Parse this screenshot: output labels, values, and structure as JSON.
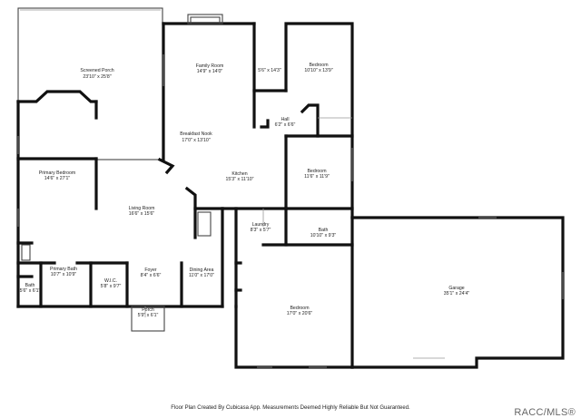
{
  "rooms": [
    {
      "id": "screened-porch",
      "name": "Screened Porch",
      "dims": "23'10\" x 25'8\""
    },
    {
      "id": "family-room",
      "name": "Family Room",
      "dims": "14'9\" x 14'0\""
    },
    {
      "id": "closet",
      "name": "",
      "dims": "5'6\" x 14'3\""
    },
    {
      "id": "bedroom-top",
      "name": "Bedroom",
      "dims": "10'10\" x 13'9\""
    },
    {
      "id": "hall",
      "name": "Hall",
      "dims": "6'2\" x 6'6\""
    },
    {
      "id": "breakfast-nook",
      "name": "Breakfast Nook",
      "dims": "17'0\" x 13'10\""
    },
    {
      "id": "primary-bedroom",
      "name": "Primary Bedroom",
      "dims": "14'6\" x 27'1\""
    },
    {
      "id": "kitchen",
      "name": "Kitchen",
      "dims": "15'3\" x 11'10\""
    },
    {
      "id": "bedroom-mid",
      "name": "Bedroom",
      "dims": "11'6\" x 11'9\""
    },
    {
      "id": "living-room",
      "name": "Living Room",
      "dims": "16'6\" x 15'6\""
    },
    {
      "id": "laundry",
      "name": "Laundry",
      "dims": "8'3\" x 5'7\""
    },
    {
      "id": "bath-mid",
      "name": "Bath",
      "dims": "10'10\" x 9'3\""
    },
    {
      "id": "primary-bath",
      "name": "Primary Bath",
      "dims": "10'7\" x 10'9\""
    },
    {
      "id": "wic",
      "name": "W.I.C.",
      "dims": "5'8\" x 9'7\""
    },
    {
      "id": "foyer",
      "name": "Foyer",
      "dims": "8'4\" x 6'6\""
    },
    {
      "id": "dining-area",
      "name": "Dining Area",
      "dims": "11'0\" x 17'0\""
    },
    {
      "id": "bath-small",
      "name": "Bath",
      "dims": "5'6\" x 6'1\""
    },
    {
      "id": "porch",
      "name": "Porch",
      "dims": "5'9\" x 6'1\""
    },
    {
      "id": "bedroom-bottom",
      "name": "Bedroom",
      "dims": "17'0\" x 20'6\""
    },
    {
      "id": "garage",
      "name": "Garage",
      "dims": "35'1\" x 24'4\""
    }
  ],
  "footer": {
    "note": "Floor Plan Created By Cubicasa App. Measurements Deemed Highly Reliable But Not Guaranteed.",
    "mark": "RACC/MLS®"
  }
}
